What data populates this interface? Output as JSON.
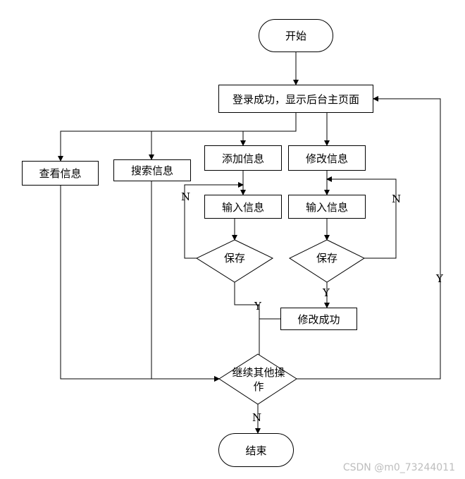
{
  "nodes": {
    "start": "开始",
    "login": "登录成功，显示后台主页面",
    "view": "查看信息",
    "search": "搜索信息",
    "add": "添加信息",
    "modify": "修改信息",
    "input_add": "输入信息",
    "input_modify": "输入信息",
    "save_add": "保存",
    "save_modify": "保存",
    "modify_success": "修改成功",
    "continue": "继续其他操作",
    "end": "结束"
  },
  "edge_labels": {
    "save_add_no": "N",
    "save_add_yes": "Y",
    "save_modify_no": "N",
    "save_modify_yes": "Y",
    "continue_yes": "Y",
    "continue_no": "N"
  },
  "watermark": "CSDN @m0_73244011"
}
